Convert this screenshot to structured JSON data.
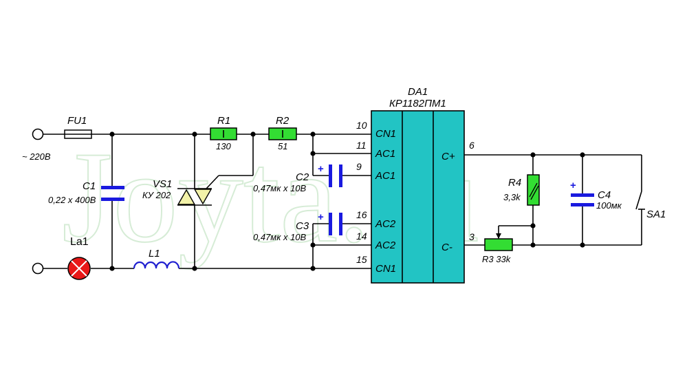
{
  "colors": {
    "wire": "#000000",
    "resistor": "#33dd33",
    "capacitor": "#1a1adf",
    "chip": "#22c4c4",
    "triac": "#f2f2a8",
    "lamp": "#e81818",
    "inductor": "#2020d0",
    "watermark": "#d6ecd6"
  },
  "watermark": "Joyta.ru",
  "input_voltage": "~ 220В",
  "chip": {
    "ref": "DA1",
    "part": "КР1182ПМ1",
    "left_pins": [
      {
        "num": "10",
        "name": "CN1"
      },
      {
        "num": "11",
        "name": "AC1"
      },
      {
        "num": "9",
        "name": "AC1"
      },
      {
        "num": "16",
        "name": "AC2"
      },
      {
        "num": "14",
        "name": "AC2"
      },
      {
        "num": "15",
        "name": "CN1"
      }
    ],
    "right_pins": [
      {
        "num": "6",
        "name": "C+"
      },
      {
        "num": "3",
        "name": "C-"
      }
    ]
  },
  "components": {
    "FU1": {
      "ref": "FU1"
    },
    "R1": {
      "ref": "R1",
      "value": "130"
    },
    "R2": {
      "ref": "R2",
      "value": "51"
    },
    "C1": {
      "ref": "C1",
      "value": "0,22 x 400В"
    },
    "VS1": {
      "ref": "VS1",
      "value": "КУ 202"
    },
    "La1": {
      "ref": "La1"
    },
    "L1": {
      "ref": "L1"
    },
    "C2": {
      "ref": "C2",
      "value": "0,47мк x 10В",
      "polarity": "+"
    },
    "C3": {
      "ref": "C3",
      "value": "0,47мк x 10В",
      "polarity": "+"
    },
    "R4": {
      "ref": "R4",
      "value": "3,3k"
    },
    "C4": {
      "ref": "C4",
      "value": "100мк",
      "polarity": "+"
    },
    "R3": {
      "ref": "R3",
      "value": "33k",
      "label": "R3 33k"
    },
    "SA1": {
      "ref": "SA1"
    }
  }
}
